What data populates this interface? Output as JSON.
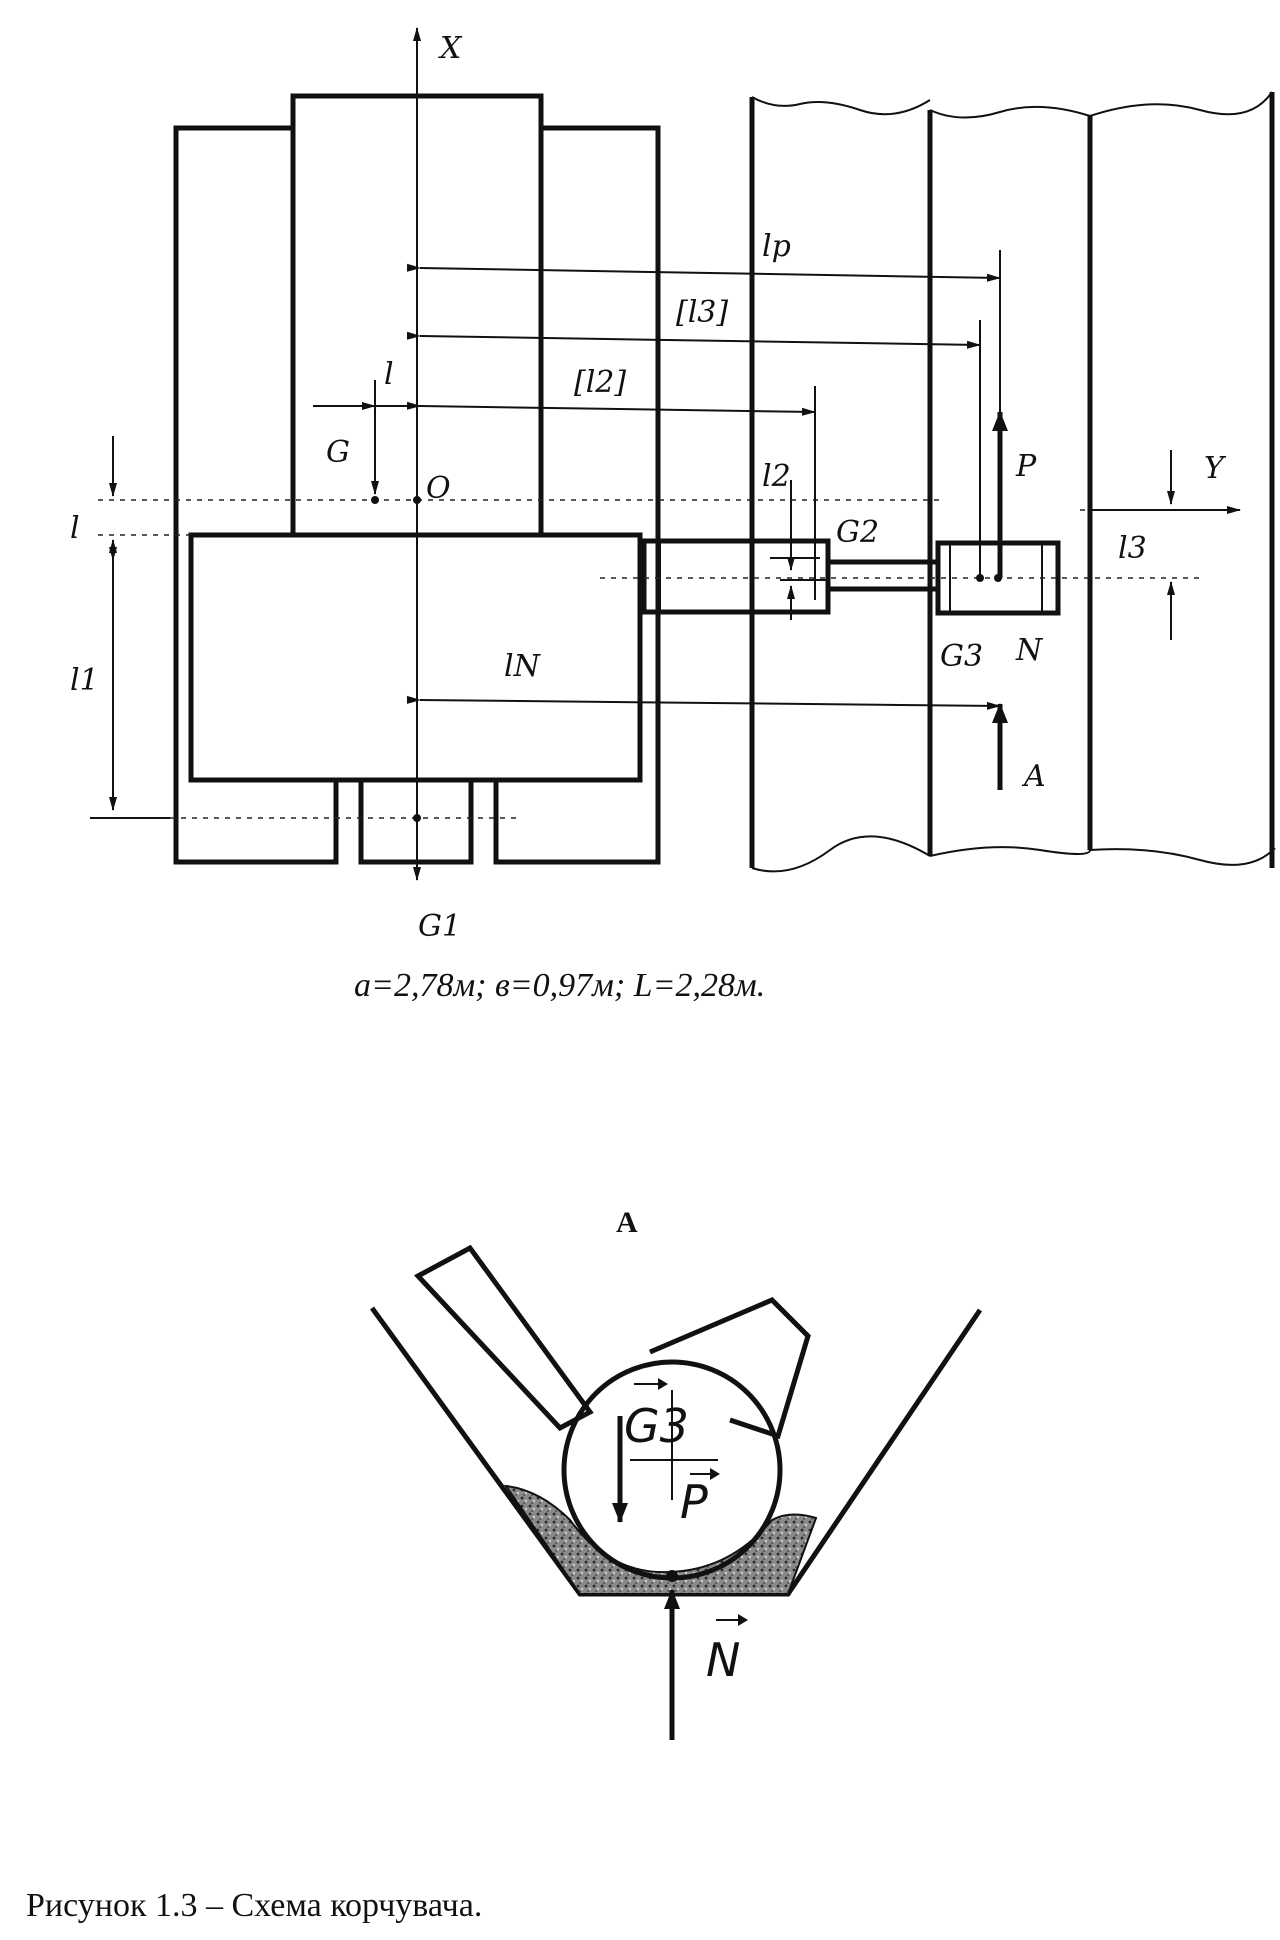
{
  "top_view": {
    "axis_x": "X",
    "axis_y": "Y",
    "origin": "O",
    "labels": {
      "G": "G",
      "l_small": "l",
      "l_left": "l",
      "l1": "l1",
      "l2_bracket": "[l2]",
      "l3_bracket": "[l3]",
      "lp": "lp",
      "l2": "l2",
      "l3": "l3",
      "lN": "lN",
      "G1": "G1",
      "G2": "G2",
      "G3": "G3",
      "P": "P",
      "N": "N",
      "A": "A"
    },
    "parameters": "a=2,78м;   в=0,97м;   L=2,28м."
  },
  "view_a": {
    "title": "А",
    "labels": {
      "G3": "G3",
      "P": "P",
      "N": "N"
    }
  },
  "caption": "Рисунок 1.3 – Схема корчувача.",
  "colors": {
    "ink": "#111111",
    "soil": "#6e6e6e"
  }
}
